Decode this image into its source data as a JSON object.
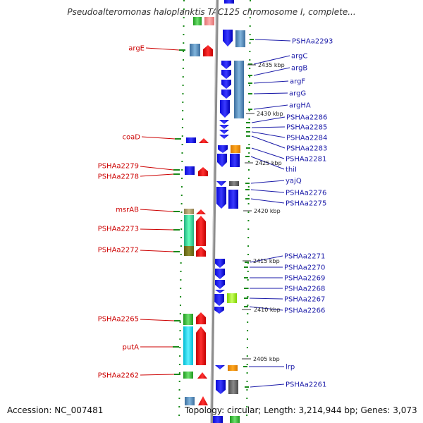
{
  "title": "Pseudoalteromonas haloplanktis TAC125 chromosome I, complete...",
  "footer": {
    "accession": "Accession: NC_007481",
    "topology": "Topology: circular; Length: 3,214,944 bp; Genes: 3,073"
  },
  "colors": {
    "left_label": "#cc0000",
    "right_label": "#1a1aa8",
    "dots": "#1a8a1a",
    "backbone": "#8c8c8c"
  },
  "ruler_ticks": [
    "2435 kbp",
    "2430 kbp",
    "2425 kbp",
    "2420 kbp",
    "2415 kbp",
    "2410 kbp",
    "2405 kbp"
  ],
  "left_labels": [
    "argE",
    "coaD",
    "PSHAa2279",
    "PSHAa2278",
    "msrAB",
    "PSHAa2273",
    "PSHAa2272",
    "PSHAa2265",
    "putA",
    "PSHAa2262"
  ],
  "right_labels": [
    "PSHAa2293",
    "argC",
    "argB",
    "argF",
    "argG",
    "argHA",
    "PSHAa2286",
    "PSHAa2285",
    "PSHAa2284",
    "PSHAa2283",
    "PSHAa2281",
    "thiI",
    "yajQ",
    "PSHAa2276",
    "PSHAa2275",
    "PSHAa2271",
    "PSHAa2270",
    "PSHAa2269",
    "PSHAa2268",
    "PSHAa2267",
    "PSHAa2266",
    "lrp",
    "PSHAa2261"
  ]
}
